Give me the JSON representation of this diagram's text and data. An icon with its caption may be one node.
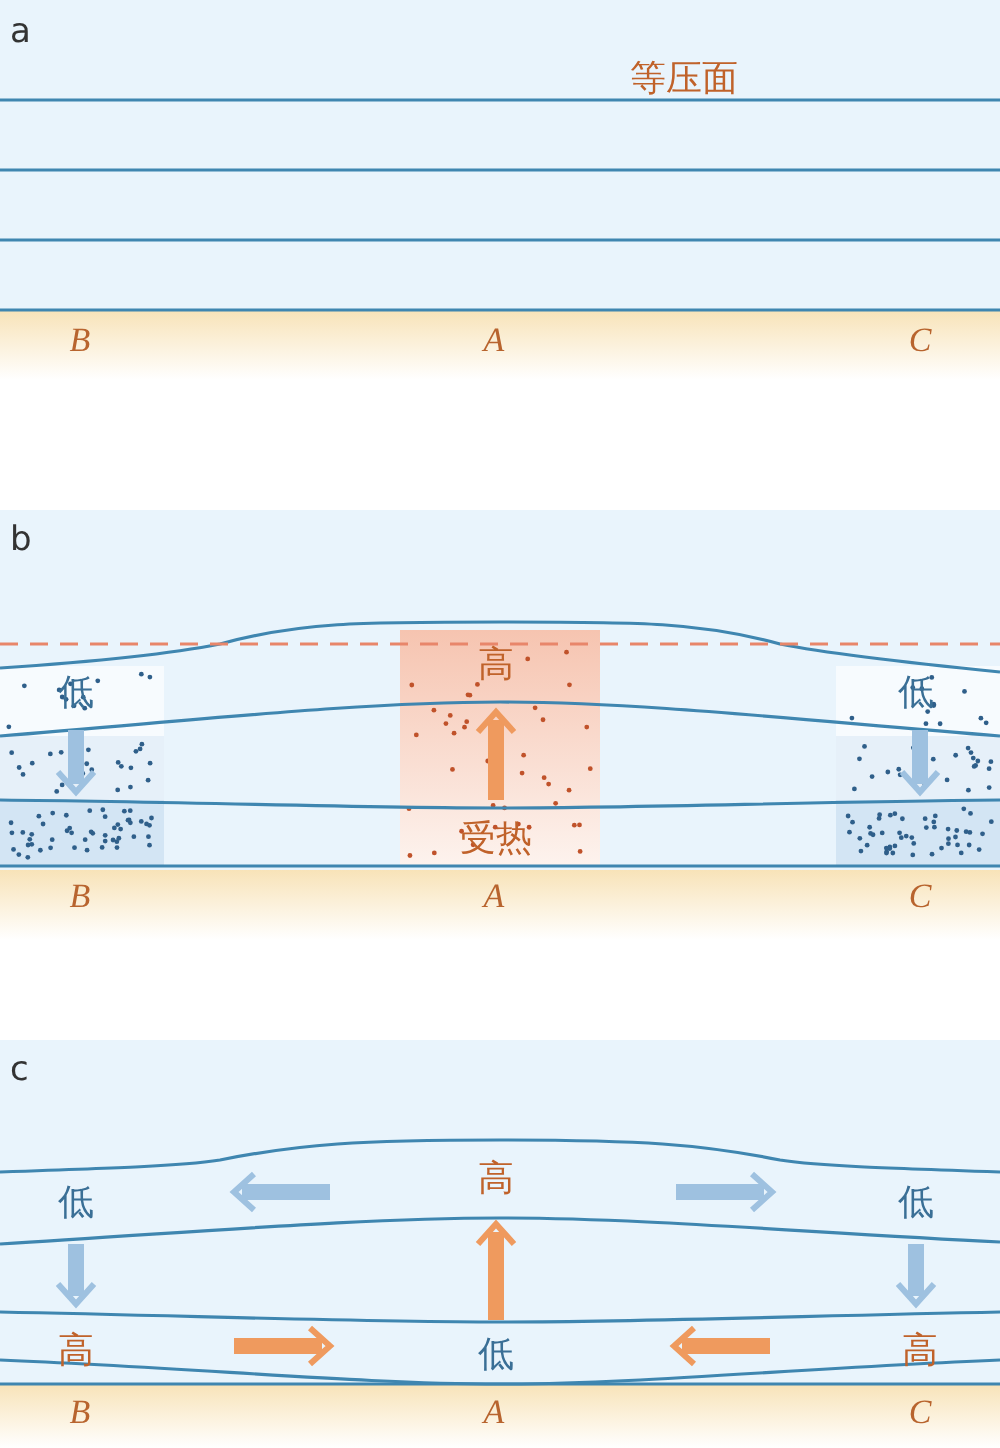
{
  "diagram": {
    "labels": [
      "a",
      "等压面",
      "B",
      "A",
      "C",
      "b",
      "高",
      "低",
      "低",
      "受热",
      "B",
      "A",
      "C",
      "c",
      "高",
      "低",
      "低",
      "高",
      "低",
      "高",
      "B",
      "A",
      "C"
    ]
  }
}
